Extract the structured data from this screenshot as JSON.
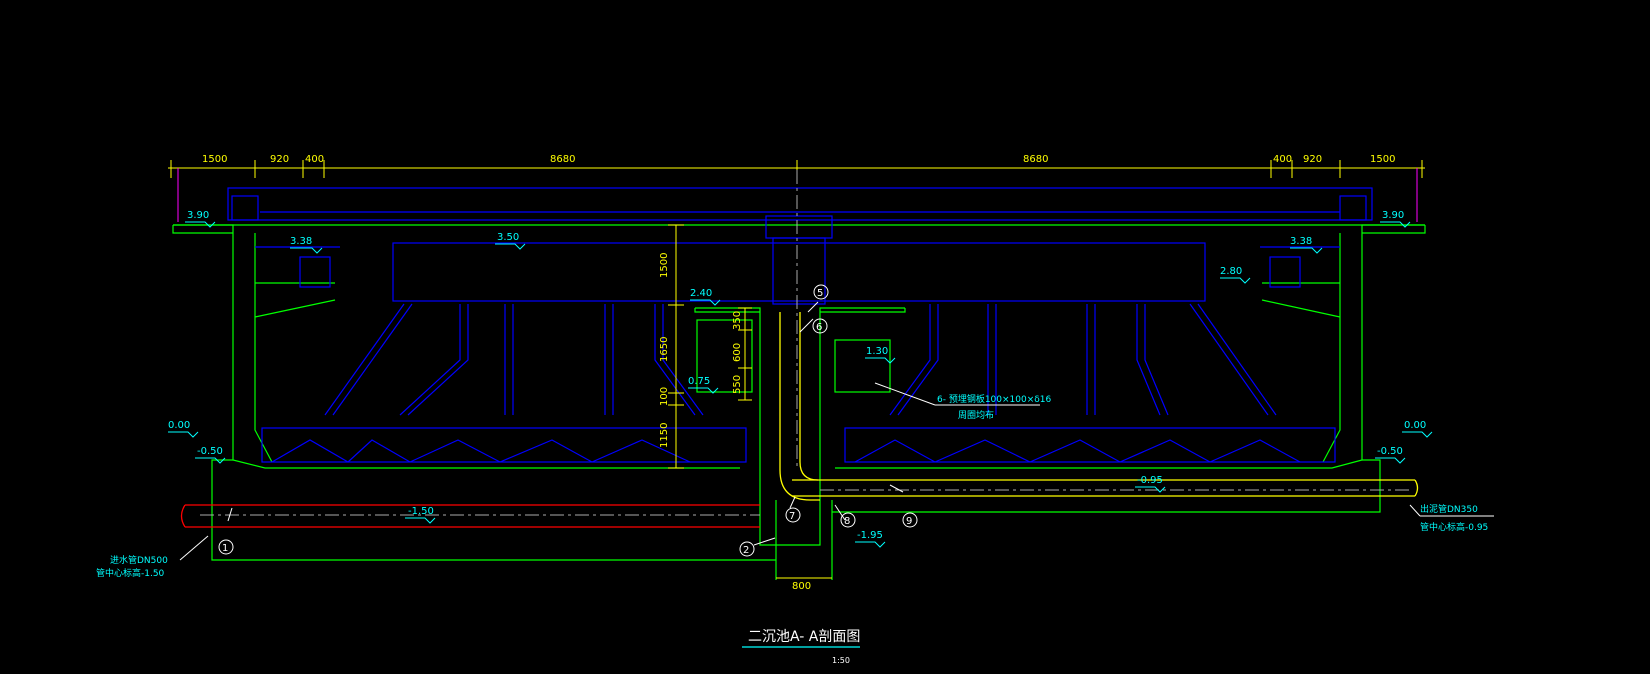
{
  "title": "二沉池A- A剖面图",
  "scale_note": "1:50",
  "colors": {
    "background": "#000000",
    "structure": "#00ff00",
    "equipment": "#0000ff",
    "dimension": "#ffff00",
    "annotation": "#00ffff",
    "pipe_inlet": "#ff0000",
    "pipe_outlet": "#ffff00",
    "callout": "#ffffff",
    "level_line": "#ff00ff"
  },
  "dimensions": {
    "top": [
      "1500",
      "920",
      "400",
      "8680",
      "8680",
      "400",
      "920",
      "1500"
    ],
    "vertical": [
      "1500",
      "1650",
      "100",
      "1150"
    ],
    "center": [
      "350",
      "600",
      "550"
    ],
    "bottom": "800"
  },
  "elevations": {
    "top_left": "3.90",
    "top_right": "3.90",
    "weir_left": "3.38",
    "weir_right": "3.38",
    "water": "3.50",
    "outlet_right": "2.80",
    "center_inner": "2.40",
    "center_right": "1.30",
    "center_low": "0.75",
    "ground_left": "0.00",
    "ground_right": "0.00",
    "base_left": "-0.50",
    "base_right": "-0.50",
    "inlet_pipe": "-1.50",
    "outlet_pipe": "-0.95",
    "pit_bottom": "-1.95"
  },
  "callouts": [
    "1",
    "2",
    "5",
    "6",
    "7",
    "8",
    "9"
  ],
  "notes": {
    "inlet_line1": "进水管DN500",
    "inlet_line2": "管中心标高-1.50",
    "outlet_line1": "出泥管DN350",
    "outlet_line2": "管中心标高-0.95",
    "plate_line1": "6- 预埋钢板100×100×δ16",
    "plate_line2": "周圈均布"
  }
}
